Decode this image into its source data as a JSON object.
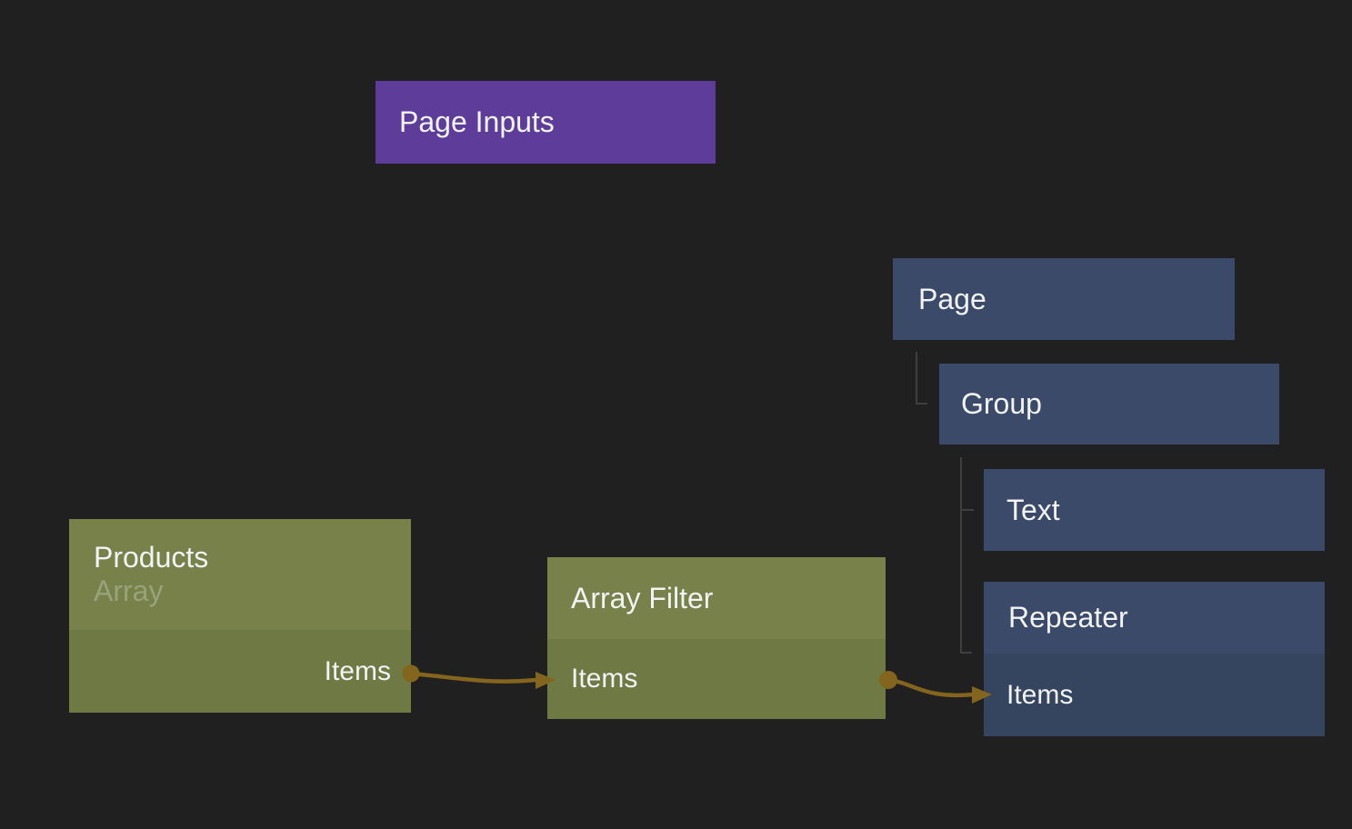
{
  "canvas_label": "flow-editor-canvas",
  "colors": {
    "background": "#202020",
    "event_node": "#5e3d9a",
    "element_node": "#3b4a68",
    "element_port_row": "#35455f",
    "data_node": "#778149",
    "data_port_row": "#6e7944",
    "wire": "#84651d",
    "tree_connector": "#3e3f41",
    "title_text": "#f2f3f5",
    "subtitle_text": "#9aa27c"
  },
  "nodes": {
    "page_inputs": {
      "title": "Page Inputs"
    },
    "page": {
      "title": "Page"
    },
    "group": {
      "title": "Group"
    },
    "text": {
      "title": "Text"
    },
    "repeater": {
      "title": "Repeater",
      "input_port": "Items"
    },
    "products": {
      "title": "Products",
      "subtitle": "Array",
      "output_port": "Items"
    },
    "array_filter": {
      "title": "Array Filter",
      "port": "Items"
    }
  }
}
